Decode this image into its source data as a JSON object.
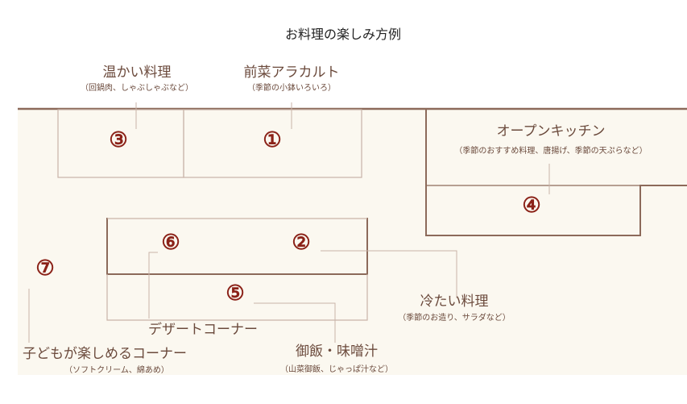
{
  "title": "お料理の楽しみ方例",
  "colors": {
    "floor": "#fbf8f0",
    "wall": "#8c6a5a",
    "line": "#c9b3a8",
    "number": "#8b2218",
    "text": "#6b4a3c"
  },
  "zones": [
    {
      "id": "1",
      "number": "①",
      "name": "前菜アラカルト",
      "note": "（季節の小鉢いろいろ）"
    },
    {
      "id": "2",
      "number": "②",
      "name": "冷たい料理",
      "note": "（季節のお造り、サラダなど）"
    },
    {
      "id": "3",
      "number": "③",
      "name": "温かい料理",
      "note": "（回鍋肉、しゃぶしゃぶなど）"
    },
    {
      "id": "4",
      "number": "④",
      "name": "オープンキッチン",
      "note": "（季節のおすすめ料理、唐揚げ、季節の天ぷらなど）"
    },
    {
      "id": "5",
      "number": "⑤",
      "name": "御飯・味噌汁",
      "note": "（山菜御飯、じゃっぱ汁など）"
    },
    {
      "id": "6",
      "number": "⑥",
      "name": "デザートコーナー",
      "note": ""
    },
    {
      "id": "7",
      "number": "⑦",
      "name": "子どもが楽しめるコーナー",
      "note": "（ソフトクリーム、綿あめ）"
    }
  ]
}
